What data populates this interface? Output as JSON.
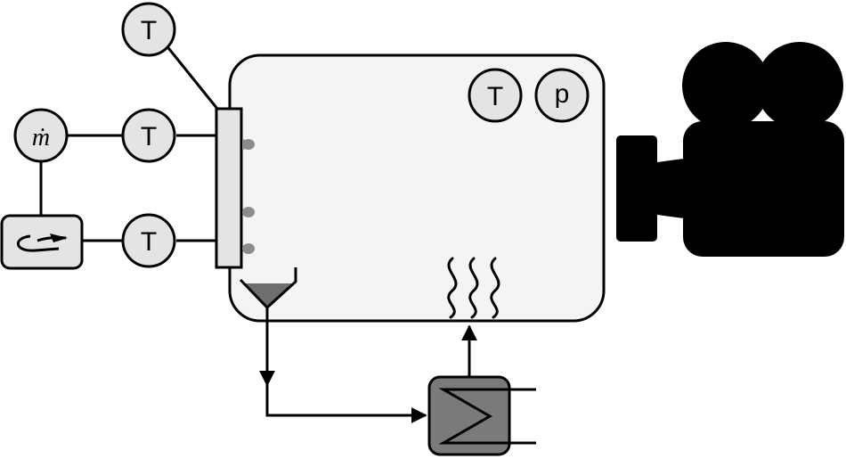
{
  "labels": {
    "temp_sensor": "T",
    "pressure_sensor": "p",
    "mass_flow": "ṁ"
  },
  "colors": {
    "chamber_fill": "#f4f4f4",
    "sensor_fill": "#e4e4e4",
    "manifold_fill": "#e4e4e4",
    "funnel_fill": "#6e6e6e",
    "heat_exchanger_fill": "#7a7a7a",
    "nozzle_fill": "#8c8c8c",
    "camera_fill": "#000000"
  },
  "icons": {
    "pump": "pump-icon",
    "camera": "video-camera-icon",
    "heat_waves": "heat-waves-icon",
    "heat_exchanger": "heat-exchanger-icon",
    "funnel": "collection-funnel-icon"
  }
}
